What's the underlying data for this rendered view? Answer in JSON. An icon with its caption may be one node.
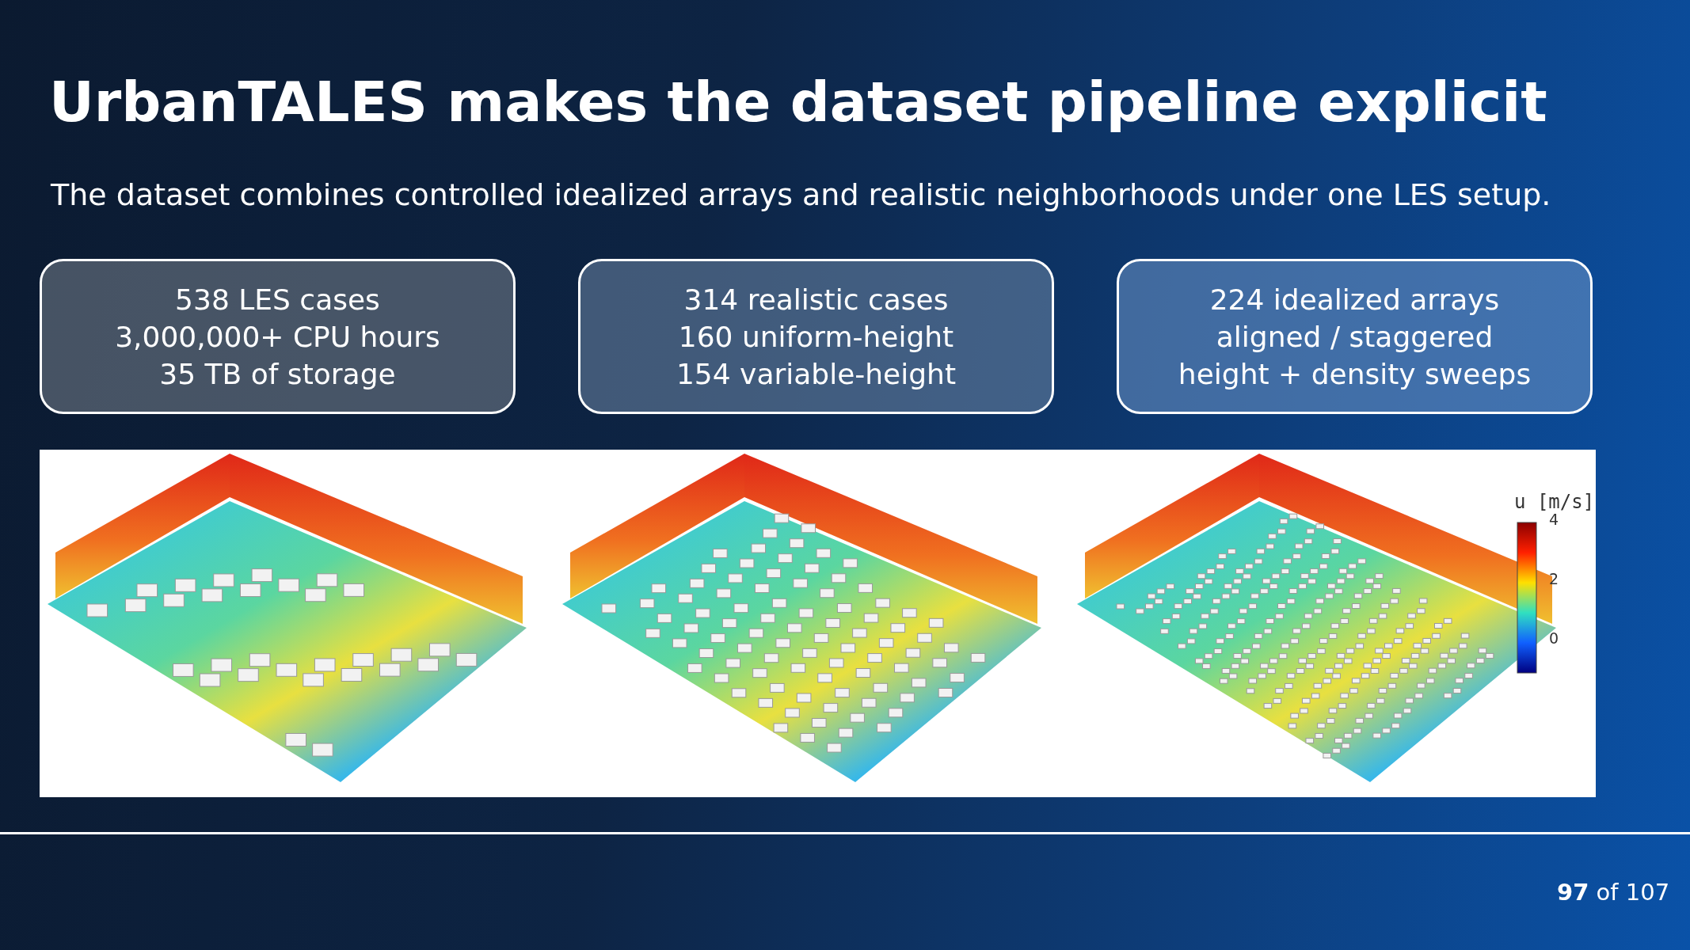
{
  "diagram": {
    "title": "UrbanTALES makes the dataset pipeline explicit",
    "nodes": [
      {
        "text": [
          "538 LES cases",
          "3,000,000+ CPU hours",
          "35 TB of storage"
        ]
      },
      {
        "text": [
          "314 realistic cases",
          "160 uniform-height",
          "154 variable-height"
        ]
      },
      {
        "text": [
          "224 idealized arrays",
          "aligned / staggered",
          "height + density sweeps"
        ]
      }
    ],
    "labels": [
      "The dataset combines controlled idealized arrays and realistic neighborhoods under one LES setup.",
      "u [m/s]",
      "4",
      "2",
      "0",
      "**97** of 107"
    ]
  }
}
